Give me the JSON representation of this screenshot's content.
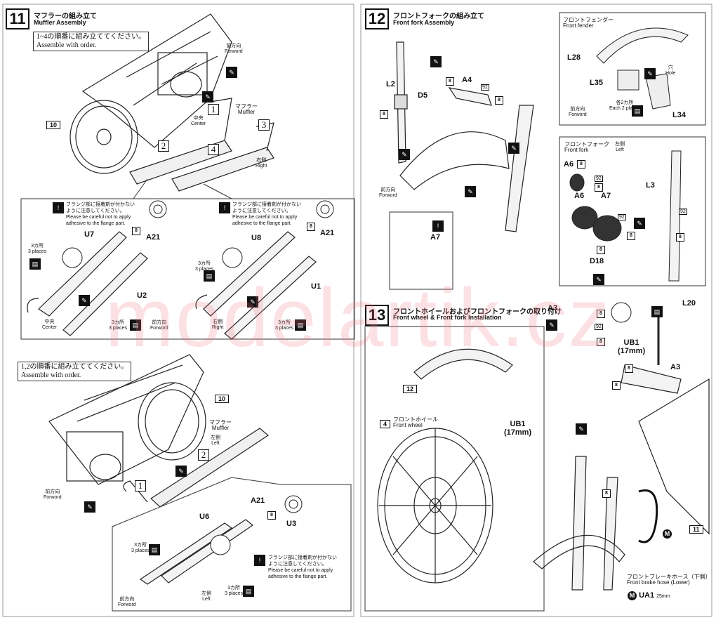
{
  "step11": {
    "number": "11",
    "title_jp": "マフラーの組み立て",
    "title_en": "Muffler Assembly",
    "note_jp": "1~4の順番に組み立ててください。",
    "note_en": "Assemble with order.",
    "forward_jp": "前方向",
    "forward_en": "Forword",
    "muffler_jp": "マフラー",
    "muffler_en": "Muffler",
    "center_jp": "中央",
    "center_en": "Center",
    "right_jp": "右側",
    "right_en": "Right",
    "part10": "10",
    "order": [
      "1",
      "2",
      "3",
      "4"
    ],
    "caution_jp": "フランジ部に接着剤が付かない",
    "caution_jp2": "ように注意してください。",
    "caution_en": "Please be careful not to apply",
    "caution_en2": "adhesive to the flange part.",
    "places_jp": "3カ所",
    "places_en": "3 places",
    "parts": [
      "U7",
      "U2",
      "U8",
      "U1",
      "A21",
      "A21",
      "8",
      "8"
    ]
  },
  "step11b": {
    "note_jp": "1,2の順番に組み立ててください。",
    "note_en": "Assemble with order.",
    "muffler_jp": "マフラー",
    "muffler_en": "Muffler",
    "left_jp": "左側",
    "left_en": "Left",
    "forward_jp": "前方向",
    "forward_en": "Forword",
    "part10": "10",
    "order": [
      "1",
      "2"
    ],
    "parts": [
      "U6",
      "U3",
      "A21",
      "8"
    ]
  },
  "step12": {
    "number": "12",
    "title_jp": "フロントフォークの組み立て",
    "title_en": "Front fork Assembly",
    "fender_jp": "フロントフェンダー",
    "fender_en": "Front fender",
    "hole_jp": "穴",
    "hole_en": "Hole",
    "each2_jp": "各2カ所",
    "each2_en": "Each 2 places",
    "forward_jp": "前方向",
    "forward_en": "Forword",
    "fork_jp": "フロントフォーク",
    "fork_en": "Front fork",
    "left_jp": "左側",
    "left_en": "Left",
    "parts": [
      "L2",
      "D5",
      "A4",
      "L28",
      "L35",
      "L34",
      "A6",
      "A6",
      "A7",
      "L3",
      "D18",
      "A7"
    ]
  },
  "step13": {
    "number": "13",
    "title_jp": "フロントホイールおよびフロントフォークの取り付け",
    "title_en": "Front wheel & Front fork Installation",
    "wheel_jp": "フロントホイール",
    "wheel_en": "Front wheel",
    "ub1": "UB1",
    "ub1_size": "(17mm)",
    "hose_jp": "フロントブレーキホース（下側）",
    "hose_en": "Front brake hose (Lower)",
    "hose_part": "M",
    "hose_code": "UA1",
    "hose_len": "25mm",
    "part12": "12",
    "part4": "4",
    "part11": "11",
    "parts": [
      "A3",
      "L20",
      "A3"
    ]
  },
  "watermark": "modelartik.cz"
}
